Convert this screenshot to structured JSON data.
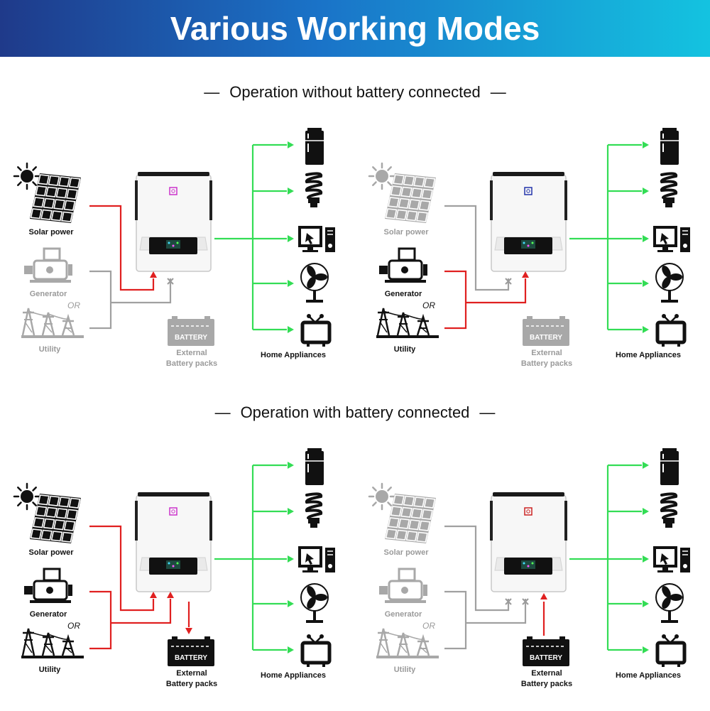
{
  "header": {
    "title": "Various Working Modes"
  },
  "sections": [
    {
      "title": "Operation without battery connected",
      "dash": "—"
    },
    {
      "title": "Operation with battery connected",
      "dash": "—"
    }
  ],
  "labels": {
    "solar": "Solar power",
    "generator": "Generator",
    "or": "OR",
    "utility": "Utility",
    "battery": "BATTERY",
    "external_1": "External",
    "external_2": "Battery packs",
    "appliances": "Home Appliances"
  },
  "modes": [
    {
      "solar": "active",
      "grid": "inactive",
      "battery": "disconnected",
      "led": "#cc33cc"
    },
    {
      "solar": "inactive",
      "grid": "active",
      "battery": "disconnected",
      "led": "#2233aa"
    },
    {
      "solar": "active",
      "grid": "active",
      "battery": "charging",
      "led": "#cc33cc"
    },
    {
      "solar": "inactive",
      "grid": "inactive",
      "battery": "discharging",
      "led": "#cc2222"
    }
  ],
  "colors": {
    "active_line": "#e02020",
    "inactive_line": "#a0a0a0",
    "output_line": "#33dd55",
    "icon_active": "#111111",
    "icon_inactive": "#a8a8a8"
  },
  "icons": [
    "sun-icon",
    "solar-panel-icon",
    "generator-icon",
    "power-tower-icon",
    "inverter-icon",
    "battery-icon",
    "fridge-icon",
    "bulb-icon",
    "computer-icon",
    "fan-icon",
    "tv-icon"
  ]
}
